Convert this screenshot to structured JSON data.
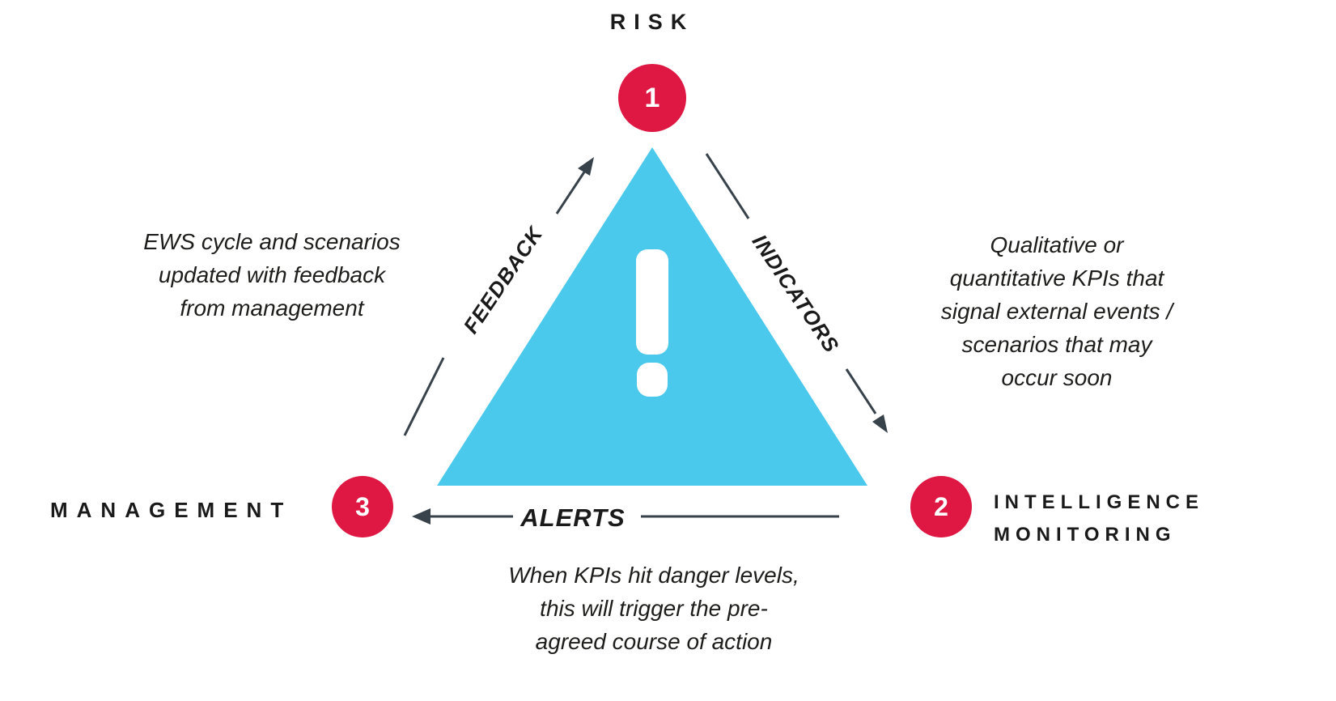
{
  "colors": {
    "triangle": "#4AC9EC",
    "badge": "#DE1843",
    "text": "#1D1D1B",
    "arrow": "#37424B"
  },
  "nodes": {
    "risk": {
      "number": "1",
      "label": "RISK"
    },
    "intelligence": {
      "number": "2",
      "label_line1": "INTELLIGENCE",
      "label_line2": "MONITORING"
    },
    "management": {
      "number": "3",
      "label": "MANAGEMENT"
    }
  },
  "edges": {
    "feedback": "FEEDBACK",
    "indicators": "INDICATORS",
    "alerts": "ALERTS"
  },
  "descriptions": {
    "feedback_lines": [
      "EWS cycle and scenarios",
      "updated with feedback",
      "from management"
    ],
    "indicators_lines": [
      "Qualitative or",
      "quantitative KPIs that",
      "signal external events /",
      "scenarios that may",
      "occur soon"
    ],
    "alerts_lines": [
      "When KPIs hit danger levels,",
      "this will trigger the pre-",
      "agreed course of action"
    ]
  }
}
